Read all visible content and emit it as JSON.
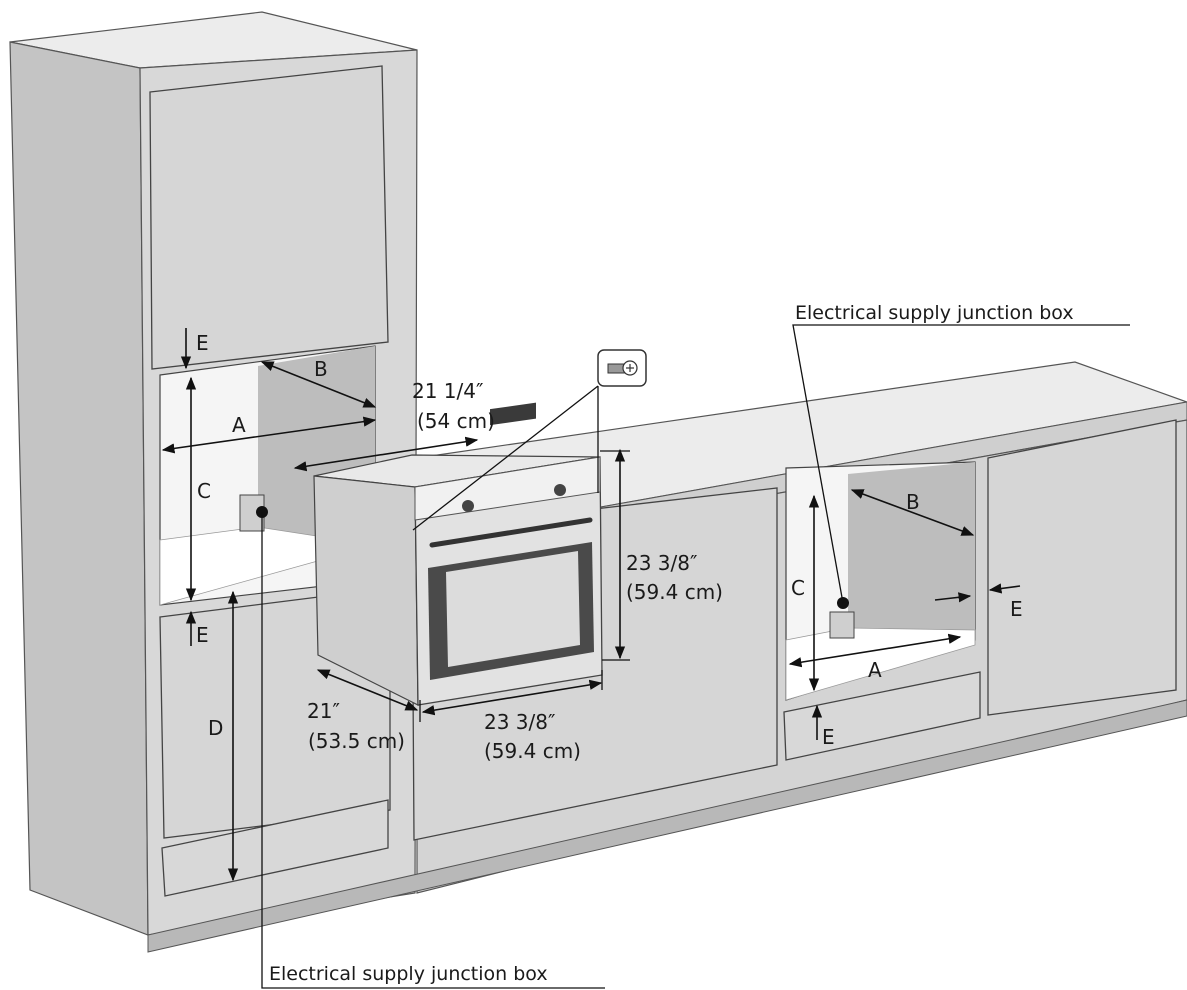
{
  "callouts": {
    "junction_box_right": "Electrical supply junction box",
    "junction_box_bottom": "Electrical supply junction box"
  },
  "oven_dimensions": {
    "depth_top": {
      "imperial": "21 1/4″",
      "metric": "(54 cm)"
    },
    "height": {
      "imperial": "23 3/8″",
      "metric": "(59.4 cm)"
    },
    "width": {
      "imperial": "23 3/8″",
      "metric": "(59.4 cm)"
    },
    "depth_side": {
      "imperial": "21″",
      "metric": "(53.5 cm)"
    }
  },
  "tall_cabinet_labels": {
    "a": "A",
    "b": "B",
    "c": "C",
    "d": "D",
    "e_top": "E",
    "e_bottom": "E"
  },
  "base_cabinet_labels": {
    "a": "A",
    "b": "B",
    "c": "C",
    "e_side": "E",
    "e_bottom": "E"
  },
  "icons": {
    "screw": "screw-icon",
    "junction_box": "junction-box-icon"
  },
  "colors": {
    "cabinet_front": "#d4d4d4",
    "cabinet_side": "#bfbfbf",
    "cabinet_top": "#e8e8e8",
    "recess": "#f7f7f7",
    "oven_body": "#e4e4e4",
    "oven_window": "#4a4a4a",
    "line": "#111111"
  }
}
